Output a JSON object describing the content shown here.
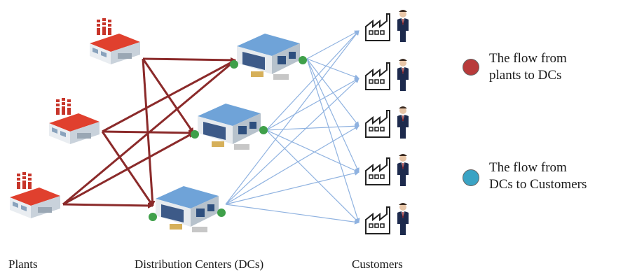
{
  "labels": {
    "plants": "Plants",
    "dcs": "Distribution Centers (DCs)",
    "customers": "Customers"
  },
  "legend": [
    {
      "line1": "The  flow  from",
      "line2": "plants to DCs",
      "color": "#b83a3a"
    },
    {
      "line1": "The flow from",
      "line2": "DCs to Customers",
      "color": "#3aa3c4"
    }
  ],
  "colors": {
    "plant_flow": "#8b2a2a",
    "dc_flow": "#8fb2e0",
    "plant_roof": "#e0402e",
    "dc_roof": "#6fa3d8",
    "person_suit": "#1d2a4d"
  },
  "icons": {
    "plant": "factory-with-chimneys-icon",
    "dc": "warehouse-icon",
    "customer_factory": "factory-outline-icon",
    "customer_person": "businessman-icon"
  }
}
